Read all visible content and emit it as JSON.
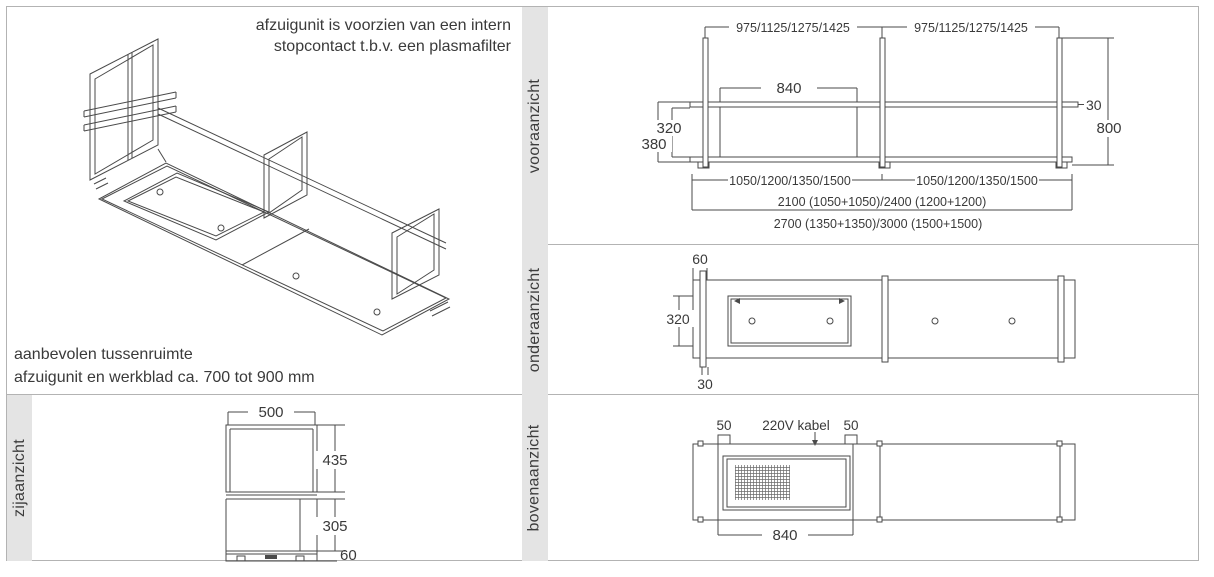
{
  "views": {
    "front": "vooraanzicht",
    "bottom": "onderaanzicht",
    "side": "zijaanzicht",
    "top": "bovenaanzicht"
  },
  "iso_notes": {
    "top1": "afzuigunit is voorzien van een intern",
    "top2": "stopcontact t.b.v. een plasmafilter",
    "bottom1": "aanbevolen tussenruimte",
    "bottom2": "afzuigunit en werkblad ca. 700 tot 900 mm"
  },
  "front_dims": {
    "span_top_left": "975/1125/1275/1425",
    "span_top_right": "975/1125/1275/1425",
    "opening_width": "840",
    "inner_height": "320",
    "outer_height": "380",
    "rail_thickness": "30",
    "height": "800",
    "span_bottom_left": "1050/1200/1350/1500",
    "span_bottom_right": "1050/1200/1350/1500",
    "total_line1": "2100 (1050+1050)/2400 (1200+1200)",
    "total_line2": "2700 (1350+1350)/3000 (1500+1500)"
  },
  "bottom_dims": {
    "end_width": "60",
    "depth": "320",
    "bracket_width": "30"
  },
  "side_dims": {
    "width": "500",
    "upper_height": "435",
    "lower_height": "305",
    "base_height": "60"
  },
  "top_dims": {
    "tab_left": "50",
    "cable": "220V kabel",
    "tab_right": "50",
    "unit_width": "840"
  },
  "colors": {
    "strip_bg": "#e4e4e4",
    "border": "#b3b3b3",
    "line": "#4a4a4a",
    "text": "#3a3a3a"
  }
}
